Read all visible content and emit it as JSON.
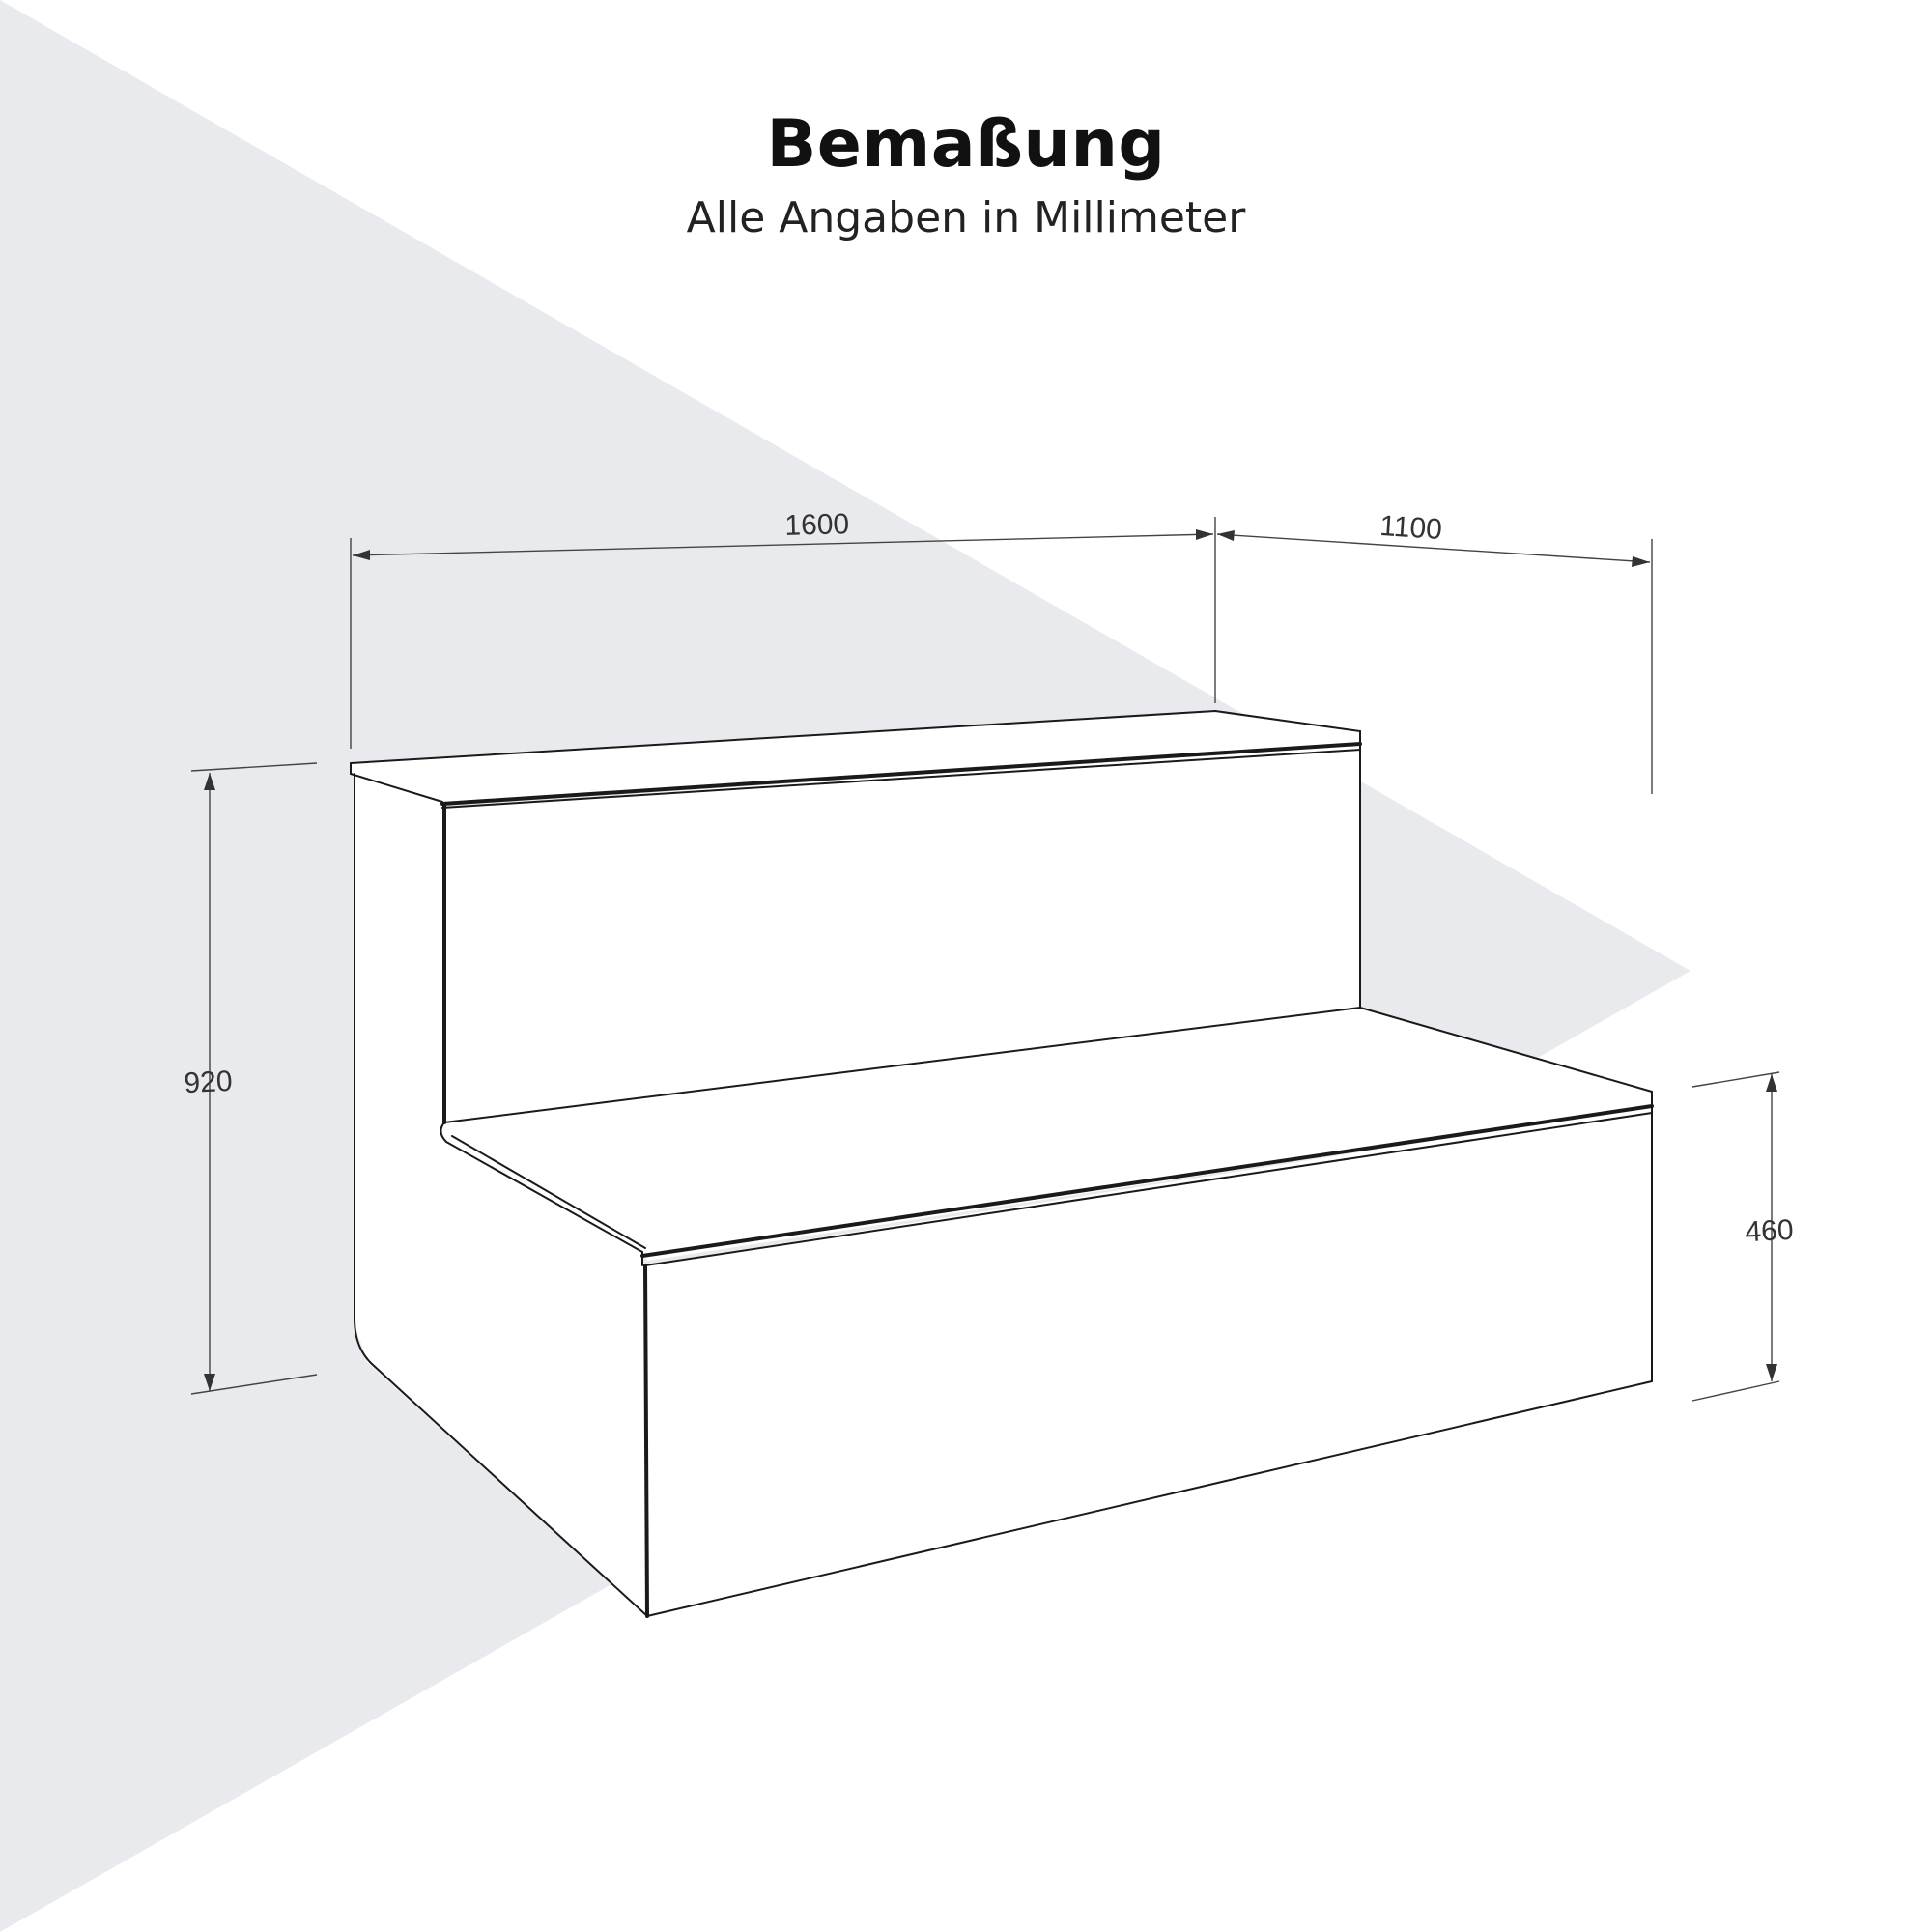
{
  "header": {
    "title": "Bemaßung",
    "subtitle": "Alle Angaben in Millimeter"
  },
  "dimensions": {
    "width": "1600",
    "depth": "1100",
    "total_height": "920",
    "step_height": "460"
  },
  "colors": {
    "backdrop": "#e9eaee",
    "line": "#1a1a1a",
    "dimension_text": "#333333"
  }
}
